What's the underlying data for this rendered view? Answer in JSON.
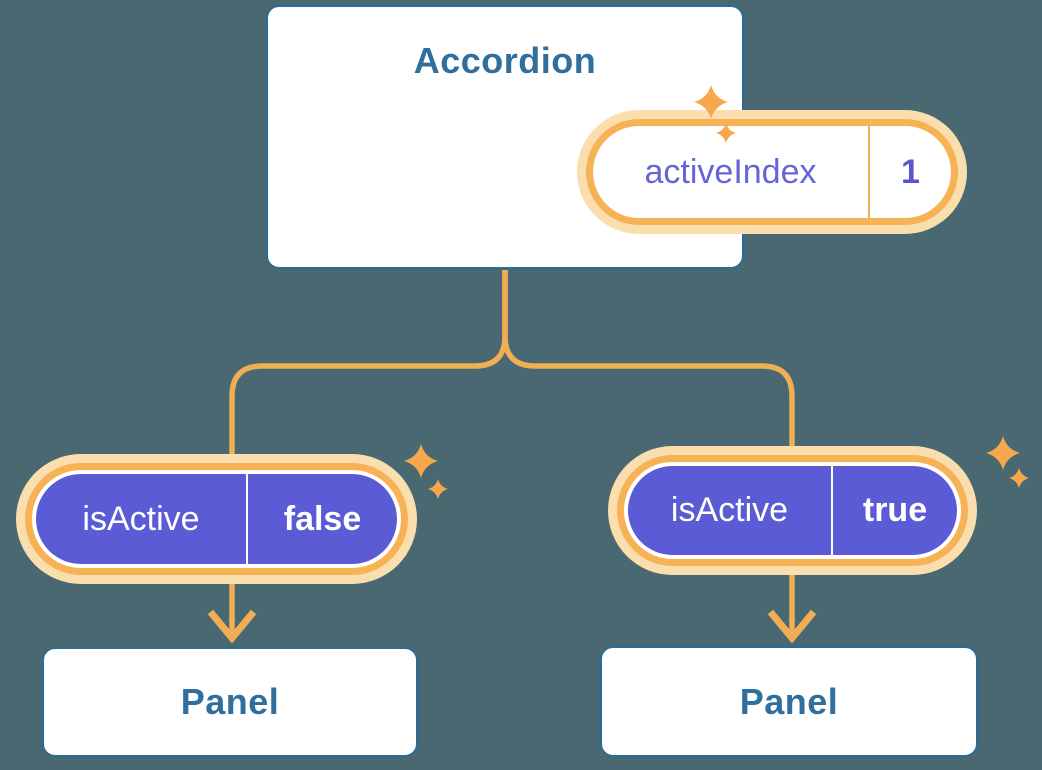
{
  "diagram": {
    "accordion": {
      "title": "Accordion",
      "state": {
        "name": "activeIndex",
        "value": "1"
      }
    },
    "children": [
      {
        "prop": {
          "name": "isActive",
          "value": "false"
        },
        "panel": {
          "title": "Panel"
        }
      },
      {
        "prop": {
          "name": "isActive",
          "value": "true"
        },
        "panel": {
          "title": "Panel"
        }
      }
    ]
  },
  "icons": {
    "sparkle": "four-point-star",
    "arrow": "arrow-down-chevron"
  },
  "colors": {
    "background": "#4a6872",
    "card_fill": "#ffffff",
    "card_border_blue": "#2a6b99",
    "title_blue": "#2f6e9d",
    "pill_ring_orange": "#f6b254",
    "pill_halo_orange": "#fbdead",
    "connector_orange": "#f2ae54",
    "sparkle_orange": "#f5a84c",
    "prop_pill_purple": "#5b5bd6",
    "state_text_purple": "#6764d8"
  }
}
